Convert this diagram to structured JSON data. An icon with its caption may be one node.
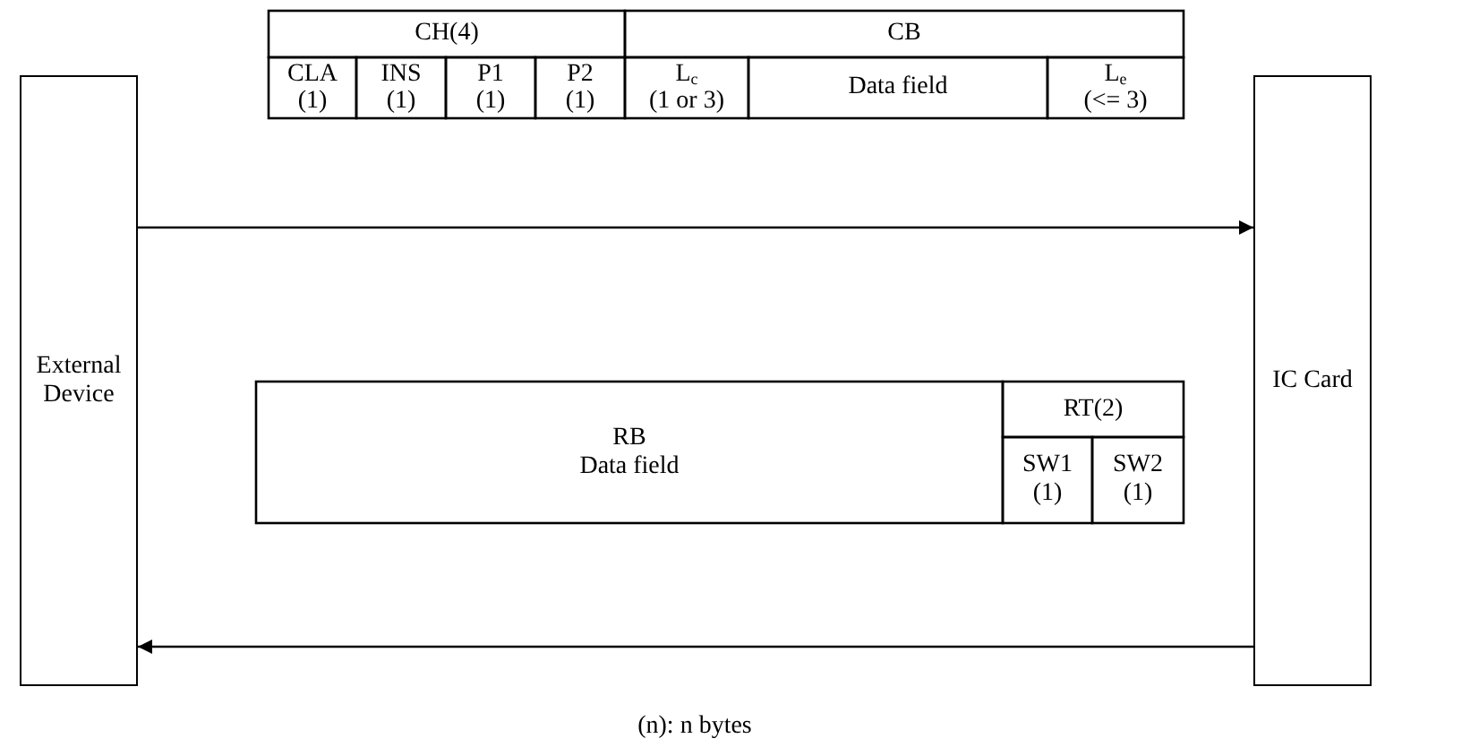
{
  "diagram": {
    "caption": "(n): n bytes",
    "nodes": [
      {
        "text": [
          "External Device"
        ]
      },
      {
        "text": [
          "IC Card"
        ]
      }
    ],
    "edges": [
      {
        "from": 0,
        "to": 1,
        "arrow": "to"
      },
      {
        "from": 1,
        "to": 0,
        "arrow": "to"
      }
    ],
    "labels": [
      "CH(4)",
      "CB",
      "CLA",
      "(1)",
      "INS",
      "(1)",
      "P1",
      "(1)",
      "P2",
      "(1)",
      "L$_{c}$",
      "(1 or 3)",
      "Data field",
      "L$_{e}$",
      "(<= 3)",
      "RB",
      "Data field",
      "RT(2)",
      "SW1",
      "(1)",
      "SW2",
      "(1)"
    ]
  }
}
